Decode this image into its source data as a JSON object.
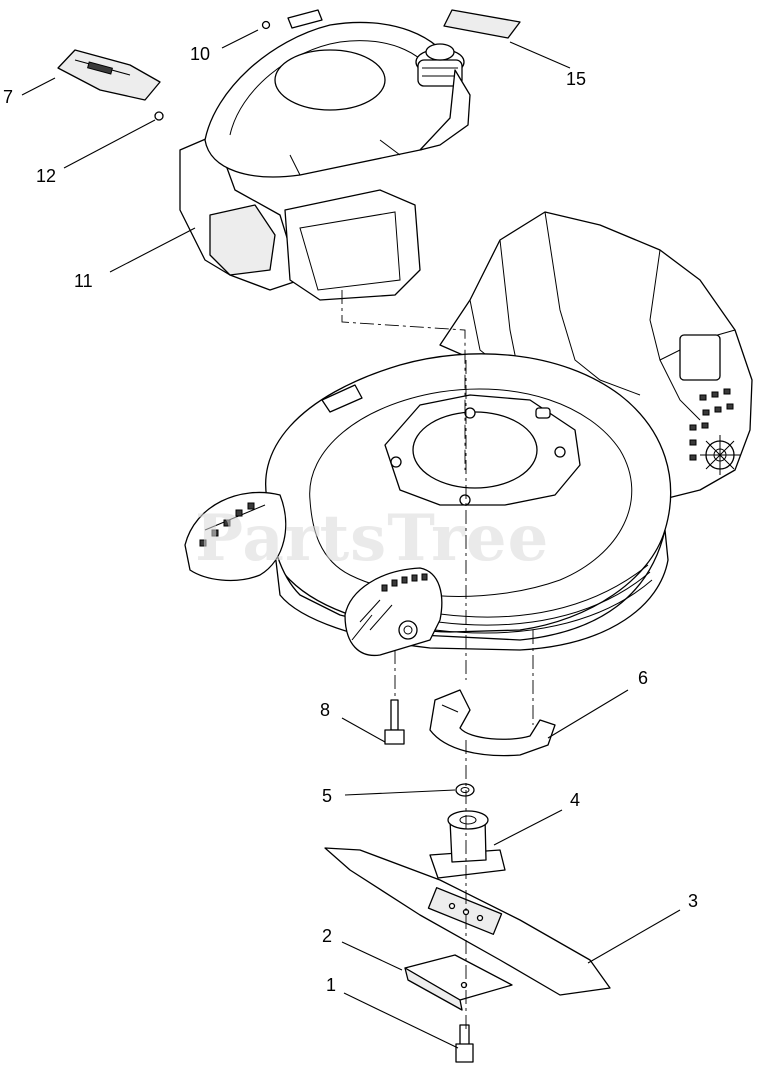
{
  "watermark": "PartsTree",
  "callouts": [
    {
      "id": "1",
      "label": "1"
    },
    {
      "id": "2",
      "label": "2"
    },
    {
      "id": "3",
      "label": "3"
    },
    {
      "id": "4",
      "label": "4"
    },
    {
      "id": "5",
      "label": "5"
    },
    {
      "id": "6",
      "label": "6"
    },
    {
      "id": "7",
      "label": "7"
    },
    {
      "id": "8",
      "label": "8"
    },
    {
      "id": "10",
      "label": "10"
    },
    {
      "id": "11",
      "label": "11"
    },
    {
      "id": "12",
      "label": "12"
    },
    {
      "id": "15",
      "label": "15"
    }
  ]
}
